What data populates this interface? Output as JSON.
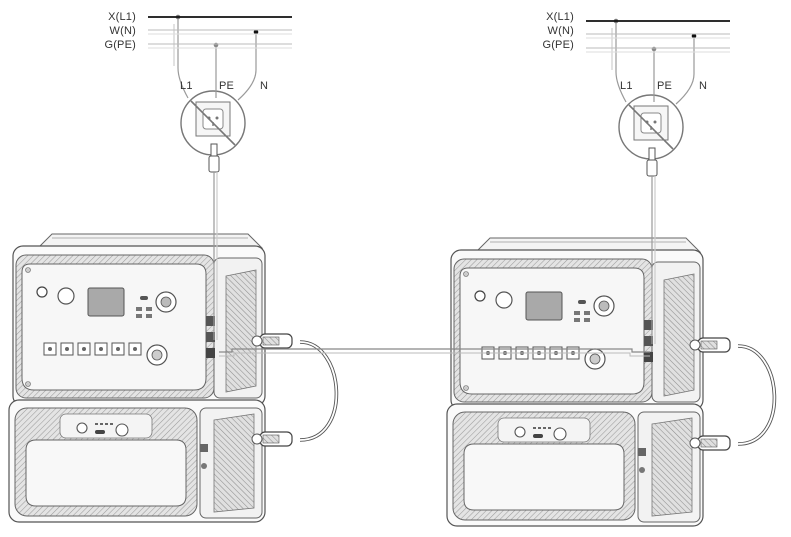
{
  "systems": [
    {
      "bus_labels": {
        "line": "X(L1)",
        "neutral": "W(N)",
        "ground": "G(PE)"
      },
      "wire_labels": {
        "l1": "L1",
        "pe": "PE",
        "n": "N"
      }
    },
    {
      "bus_labels": {
        "line": "X(L1)",
        "neutral": "W(N)",
        "ground": "G(PE)"
      },
      "wire_labels": {
        "l1": "L1",
        "pe": "PE",
        "n": "N"
      }
    }
  ],
  "icons": {
    "outlet": "prohibited-outlet-icon",
    "station": "power-station-icon",
    "battery": "expansion-battery-icon",
    "cable": "connection-cable-icon"
  },
  "colors": {
    "bus_line": "#111111",
    "wire": "#9a9a9a",
    "device_outline": "#555555",
    "device_shade": "#d9d9d9",
    "screen": "#a9a9a9"
  }
}
